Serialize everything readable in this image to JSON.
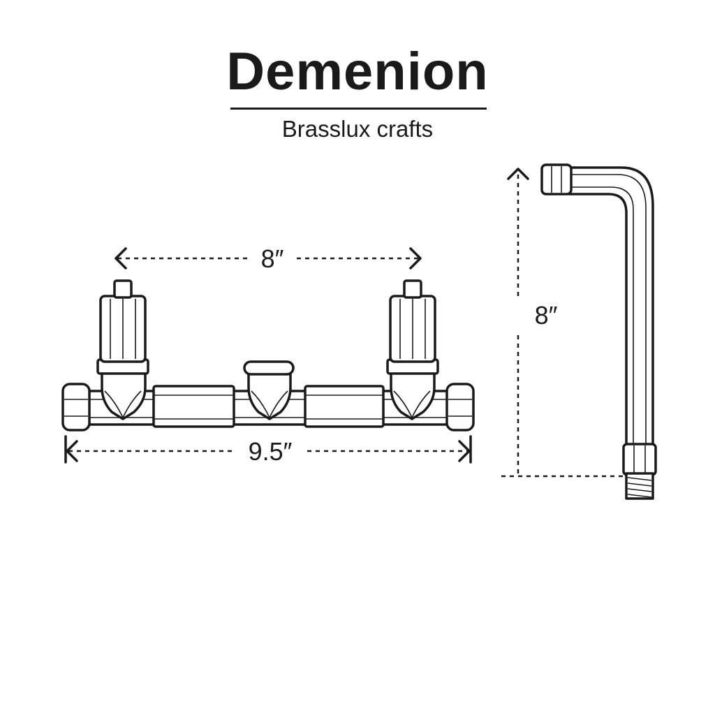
{
  "header": {
    "title": "Demenion",
    "subtitle": "Brasslux crafts"
  },
  "dimensions": {
    "valve_spacing": "8″",
    "body_width": "9.5″",
    "spout_height": "8″"
  },
  "colors": {
    "line": "#1a1a1a",
    "background": "#ffffff"
  }
}
